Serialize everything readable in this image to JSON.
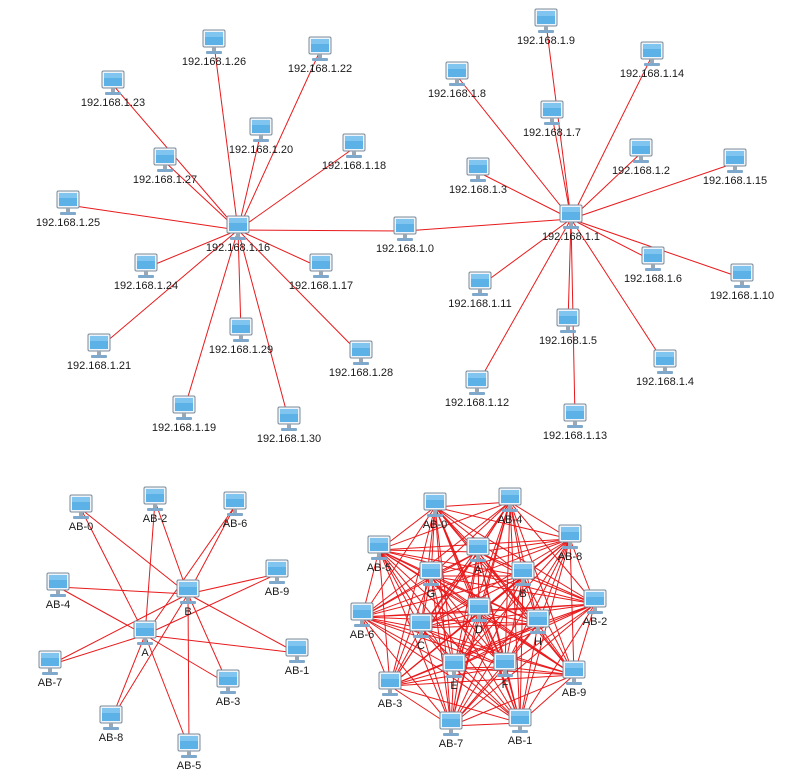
{
  "colors": {
    "edge": "#e8191b",
    "screen": "#5cb1e6",
    "screen_dark": "#2f86c2",
    "bezel": "#7a8a99",
    "label": "#1a1a1a"
  },
  "icon": "computer-monitor-icon",
  "networks": [
    {
      "id": "net-top-left",
      "hub": "192.168.1.16",
      "nodes": [
        "192.168.1.16",
        "192.168.1.26",
        "192.168.1.22",
        "192.168.1.23",
        "192.168.1.20",
        "192.168.1.18",
        "192.168.1.27",
        "192.168.1.25",
        "192.168.1.24",
        "192.168.1.17",
        "192.168.1.21",
        "192.168.1.29",
        "192.168.1.28",
        "192.168.1.19",
        "192.168.1.30"
      ]
    },
    {
      "id": "net-top-right",
      "hub": "192.168.1.1",
      "nodes": [
        "192.168.1.0",
        "192.168.1.1",
        "192.168.1.9",
        "192.168.1.14",
        "192.168.1.8",
        "192.168.1.7",
        "192.168.1.2",
        "192.168.1.15",
        "192.168.1.3",
        "192.168.1.6",
        "192.168.1.10",
        "192.168.1.11",
        "192.168.1.5",
        "192.168.1.4",
        "192.168.1.12",
        "192.168.1.13"
      ]
    },
    {
      "id": "net-bottom-left",
      "nodes": [
        "AB-0",
        "AB-2",
        "AB-6",
        "AB-9",
        "AB-4",
        "B",
        "A",
        "AB-1",
        "AB-7",
        "AB-3",
        "AB-8",
        "AB-5"
      ]
    },
    {
      "id": "net-bottom-right",
      "nodes": [
        "AB-0",
        "AB-4",
        "AB-8",
        "AB-5",
        "A",
        "G",
        "B",
        "AB-6",
        "D",
        "AB-2",
        "C",
        "H",
        "E",
        "F",
        "AB-9",
        "AB-3",
        "AB-7",
        "AB-1"
      ]
    }
  ],
  "edges": {
    "net-top-left": [
      [
        "192.168.1.16",
        "192.168.1.26"
      ],
      [
        "192.168.1.16",
        "192.168.1.22"
      ],
      [
        "192.168.1.16",
        "192.168.1.23"
      ],
      [
        "192.168.1.16",
        "192.168.1.20"
      ],
      [
        "192.168.1.16",
        "192.168.1.18"
      ],
      [
        "192.168.1.16",
        "192.168.1.27"
      ],
      [
        "192.168.1.16",
        "192.168.1.25"
      ],
      [
        "192.168.1.16",
        "192.168.1.24"
      ],
      [
        "192.168.1.16",
        "192.168.1.17"
      ],
      [
        "192.168.1.16",
        "192.168.1.21"
      ],
      [
        "192.168.1.16",
        "192.168.1.29"
      ],
      [
        "192.168.1.16",
        "192.168.1.28"
      ],
      [
        "192.168.1.16",
        "192.168.1.19"
      ],
      [
        "192.168.1.16",
        "192.168.1.30"
      ],
      [
        "192.168.1.16",
        "192.168.1.0"
      ]
    ],
    "net-top-right": [
      [
        "192.168.1.0",
        "192.168.1.1"
      ],
      [
        "192.168.1.1",
        "192.168.1.9"
      ],
      [
        "192.168.1.1",
        "192.168.1.14"
      ],
      [
        "192.168.1.1",
        "192.168.1.8"
      ],
      [
        "192.168.1.1",
        "192.168.1.7"
      ],
      [
        "192.168.1.1",
        "192.168.1.2"
      ],
      [
        "192.168.1.1",
        "192.168.1.15"
      ],
      [
        "192.168.1.1",
        "192.168.1.3"
      ],
      [
        "192.168.1.1",
        "192.168.1.6"
      ],
      [
        "192.168.1.1",
        "192.168.1.10"
      ],
      [
        "192.168.1.1",
        "192.168.1.11"
      ],
      [
        "192.168.1.1",
        "192.168.1.5"
      ],
      [
        "192.168.1.1",
        "192.168.1.4"
      ],
      [
        "192.168.1.1",
        "192.168.1.12"
      ],
      [
        "192.168.1.1",
        "192.168.1.13"
      ]
    ],
    "net-bottom-left": [
      [
        "A",
        "AB-0"
      ],
      [
        "A",
        "AB-2"
      ],
      [
        "A",
        "AB-6"
      ],
      [
        "A",
        "AB-9"
      ],
      [
        "A",
        "AB-4"
      ],
      [
        "A",
        "AB-1"
      ],
      [
        "A",
        "AB-7"
      ],
      [
        "A",
        "AB-3"
      ],
      [
        "A",
        "AB-8"
      ],
      [
        "A",
        "AB-5"
      ],
      [
        "B",
        "AB-0"
      ],
      [
        "B",
        "AB-2"
      ],
      [
        "B",
        "AB-6"
      ],
      [
        "B",
        "AB-9"
      ],
      [
        "B",
        "AB-4"
      ],
      [
        "B",
        "AB-1"
      ],
      [
        "B",
        "AB-7"
      ],
      [
        "B",
        "AB-3"
      ],
      [
        "B",
        "AB-8"
      ],
      [
        "B",
        "AB-5"
      ]
    ],
    "net-bottom-right": "all-to-all"
  }
}
